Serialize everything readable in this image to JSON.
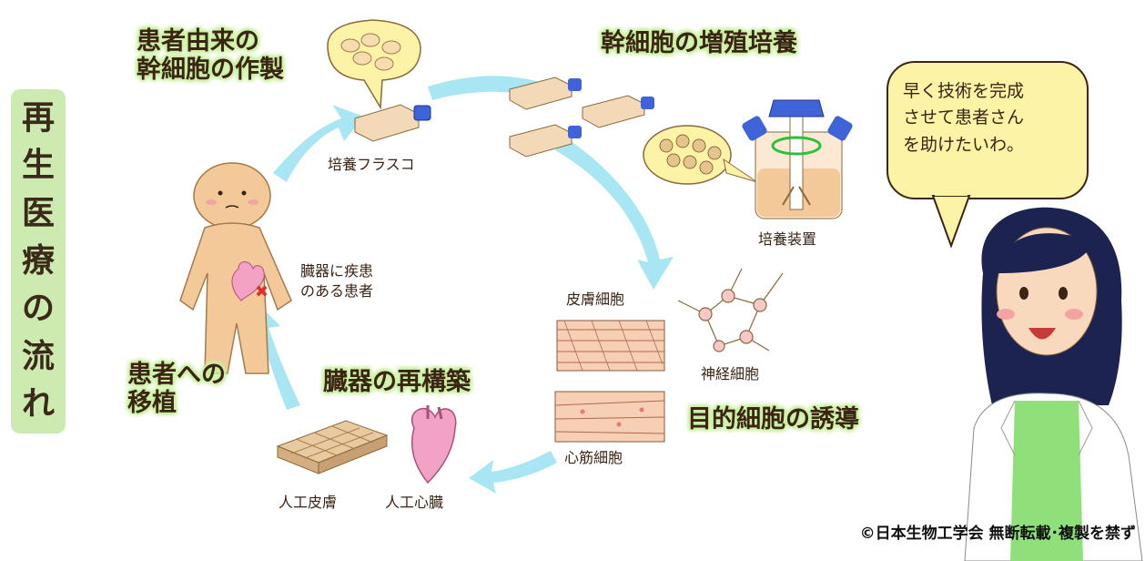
{
  "title_vertical": [
    "再",
    "生",
    "医",
    "療",
    "の",
    "流",
    "れ"
  ],
  "steps": {
    "make_stem_cells": "患者由来の\n幹細胞の作製",
    "expand_culture": "幹細胞の増殖培養",
    "differentiate": "目的細胞の誘導",
    "rebuild_organ": "臓器の再構築",
    "transplant": "患者への\n移植"
  },
  "labels": {
    "flask": "培養フラスコ",
    "bioreactor": "培養装置",
    "patient": "臓器に疾患\nのある患者",
    "skin_cells": "皮膚細胞",
    "nerve_cells": "神経細胞",
    "muscle_cells": "心筋細胞",
    "artificial_skin": "人工皮膚",
    "artificial_heart": "人工心臓"
  },
  "speech": "早く技術を完成\nさせて患者さん\nを助けたいわ。",
  "copyright": "©日本生物工学会 無断転載･複製を禁ず",
  "colors": {
    "title_bg": "#cdeab0",
    "arrow": "#9fe3f2",
    "bubble": "#fdf3a6",
    "skin": "#f3c99a",
    "cap": "#3f63d8",
    "hair": "#1c2350",
    "shirt": "#8fe07a"
  }
}
